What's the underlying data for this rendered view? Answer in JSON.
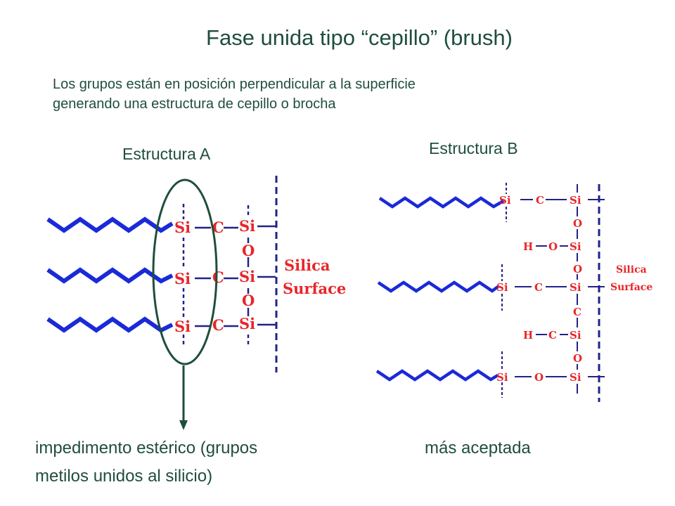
{
  "title": "Fase unida tipo “cepillo”  (brush)",
  "subtitle_lines": [
    "Los grupos están en posición perpendicular a la superficie",
    "generando una estructura de cepillo o brocha"
  ],
  "structure_a": {
    "label": "Estructura A",
    "atoms": {
      "si": "Si",
      "c": "C",
      "o": "O"
    },
    "surface_lines": [
      "Silica",
      "Surface"
    ],
    "caption_lines": [
      "impedimento estérico (grupos",
      "metilos unidos al silicio)"
    ]
  },
  "structure_b": {
    "label": "Estructura B",
    "atoms": {
      "si": "Si",
      "c": "C",
      "o": "O",
      "h": "H"
    },
    "surface_lines": [
      "Silica",
      "Surface"
    ],
    "caption": "más aceptada"
  },
  "colors": {
    "text": "#1f4e3d",
    "chain": "#1a2ad8",
    "atom": "#e8262a",
    "bond": "#222288",
    "ellipse": "#1f4e3d"
  }
}
